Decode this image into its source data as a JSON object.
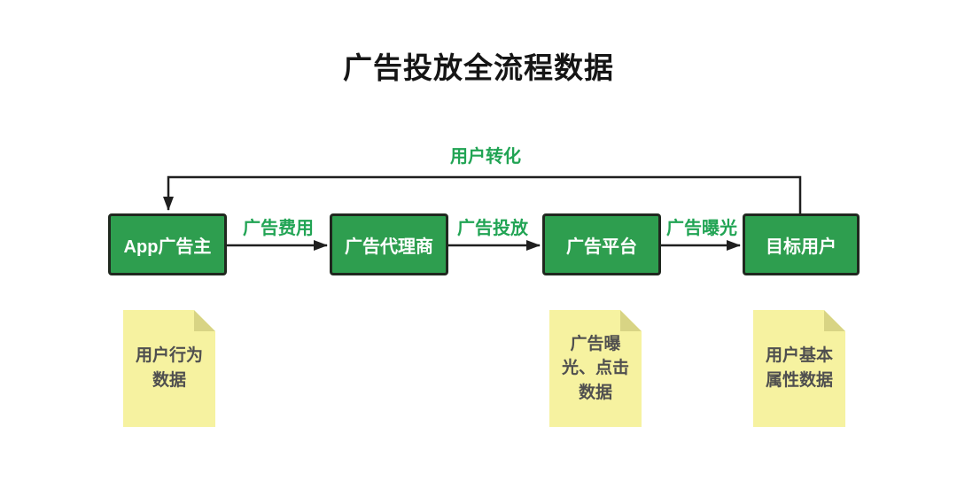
{
  "title": "广告投放全流程数据",
  "flow": {
    "feedback_label": "用户转化",
    "nodes": [
      {
        "label": "App广告主"
      },
      {
        "label": "广告代理商"
      },
      {
        "label": "广告平台"
      },
      {
        "label": "目标用户"
      }
    ],
    "edges": [
      {
        "label": "广告费用"
      },
      {
        "label": "广告投放"
      },
      {
        "label": "广告曝光"
      }
    ]
  },
  "notes": [
    {
      "text": "用户行为\n数据"
    },
    {
      "text": "广告曝\n光、点击\n数据"
    },
    {
      "text": "用户基本\n属性数据"
    }
  ],
  "colors": {
    "node_fill": "#2e9e4f",
    "node_border": "#20281f",
    "node_text": "#ffffff",
    "edge_label_green": "#21a454",
    "note_fill": "#f6f2a0",
    "note_fold": "#d8d484",
    "note_text": "#4f4f4f",
    "line": "#1f1f1f",
    "title_text": "#151515"
  }
}
